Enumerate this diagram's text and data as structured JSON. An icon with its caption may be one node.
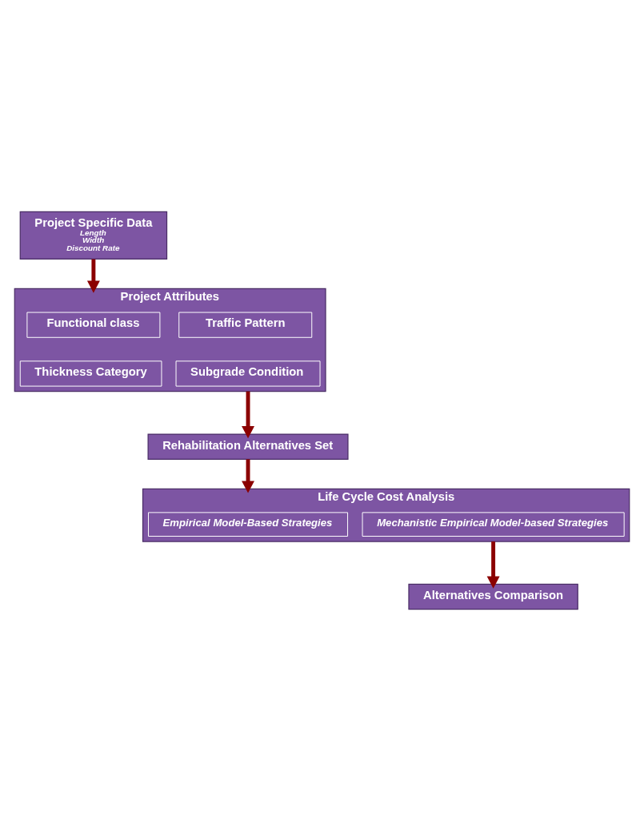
{
  "diagram": {
    "nodes": [
      {
        "text": [
          "Project Specific Data",
          "Length",
          "Width",
          "Discount Rate"
        ]
      },
      {
        "text": [
          "Project Attributes"
        ]
      },
      {
        "text": [
          "Functional class"
        ],
        "in": 1
      },
      {
        "text": [
          "Traffic Pattern"
        ],
        "in": 1
      },
      {
        "text": [
          "Thickness Category"
        ],
        "in": 1
      },
      {
        "text": [
          "Subgrade Condition"
        ],
        "in": 1
      },
      {
        "text": [
          "Rehabilitation Alternatives Set"
        ]
      },
      {
        "text": [
          "Life Cycle Cost Analysis"
        ]
      },
      {
        "text": [
          "Empirical Model-Based Strategies"
        ],
        "in": 7
      },
      {
        "text": [
          "Mechanistic Empirical Model-based Strategies"
        ],
        "in": 7
      },
      {
        "text": [
          "Alternatives Comparison"
        ]
      }
    ],
    "edges": [
      {
        "from": 0,
        "to": 1,
        "arrow": "to"
      },
      {
        "from": 1,
        "to": 6,
        "arrow": "to"
      },
      {
        "from": 6,
        "to": 7,
        "arrow": "to"
      },
      {
        "from": 7,
        "to": 10,
        "arrow": "to"
      }
    ]
  }
}
